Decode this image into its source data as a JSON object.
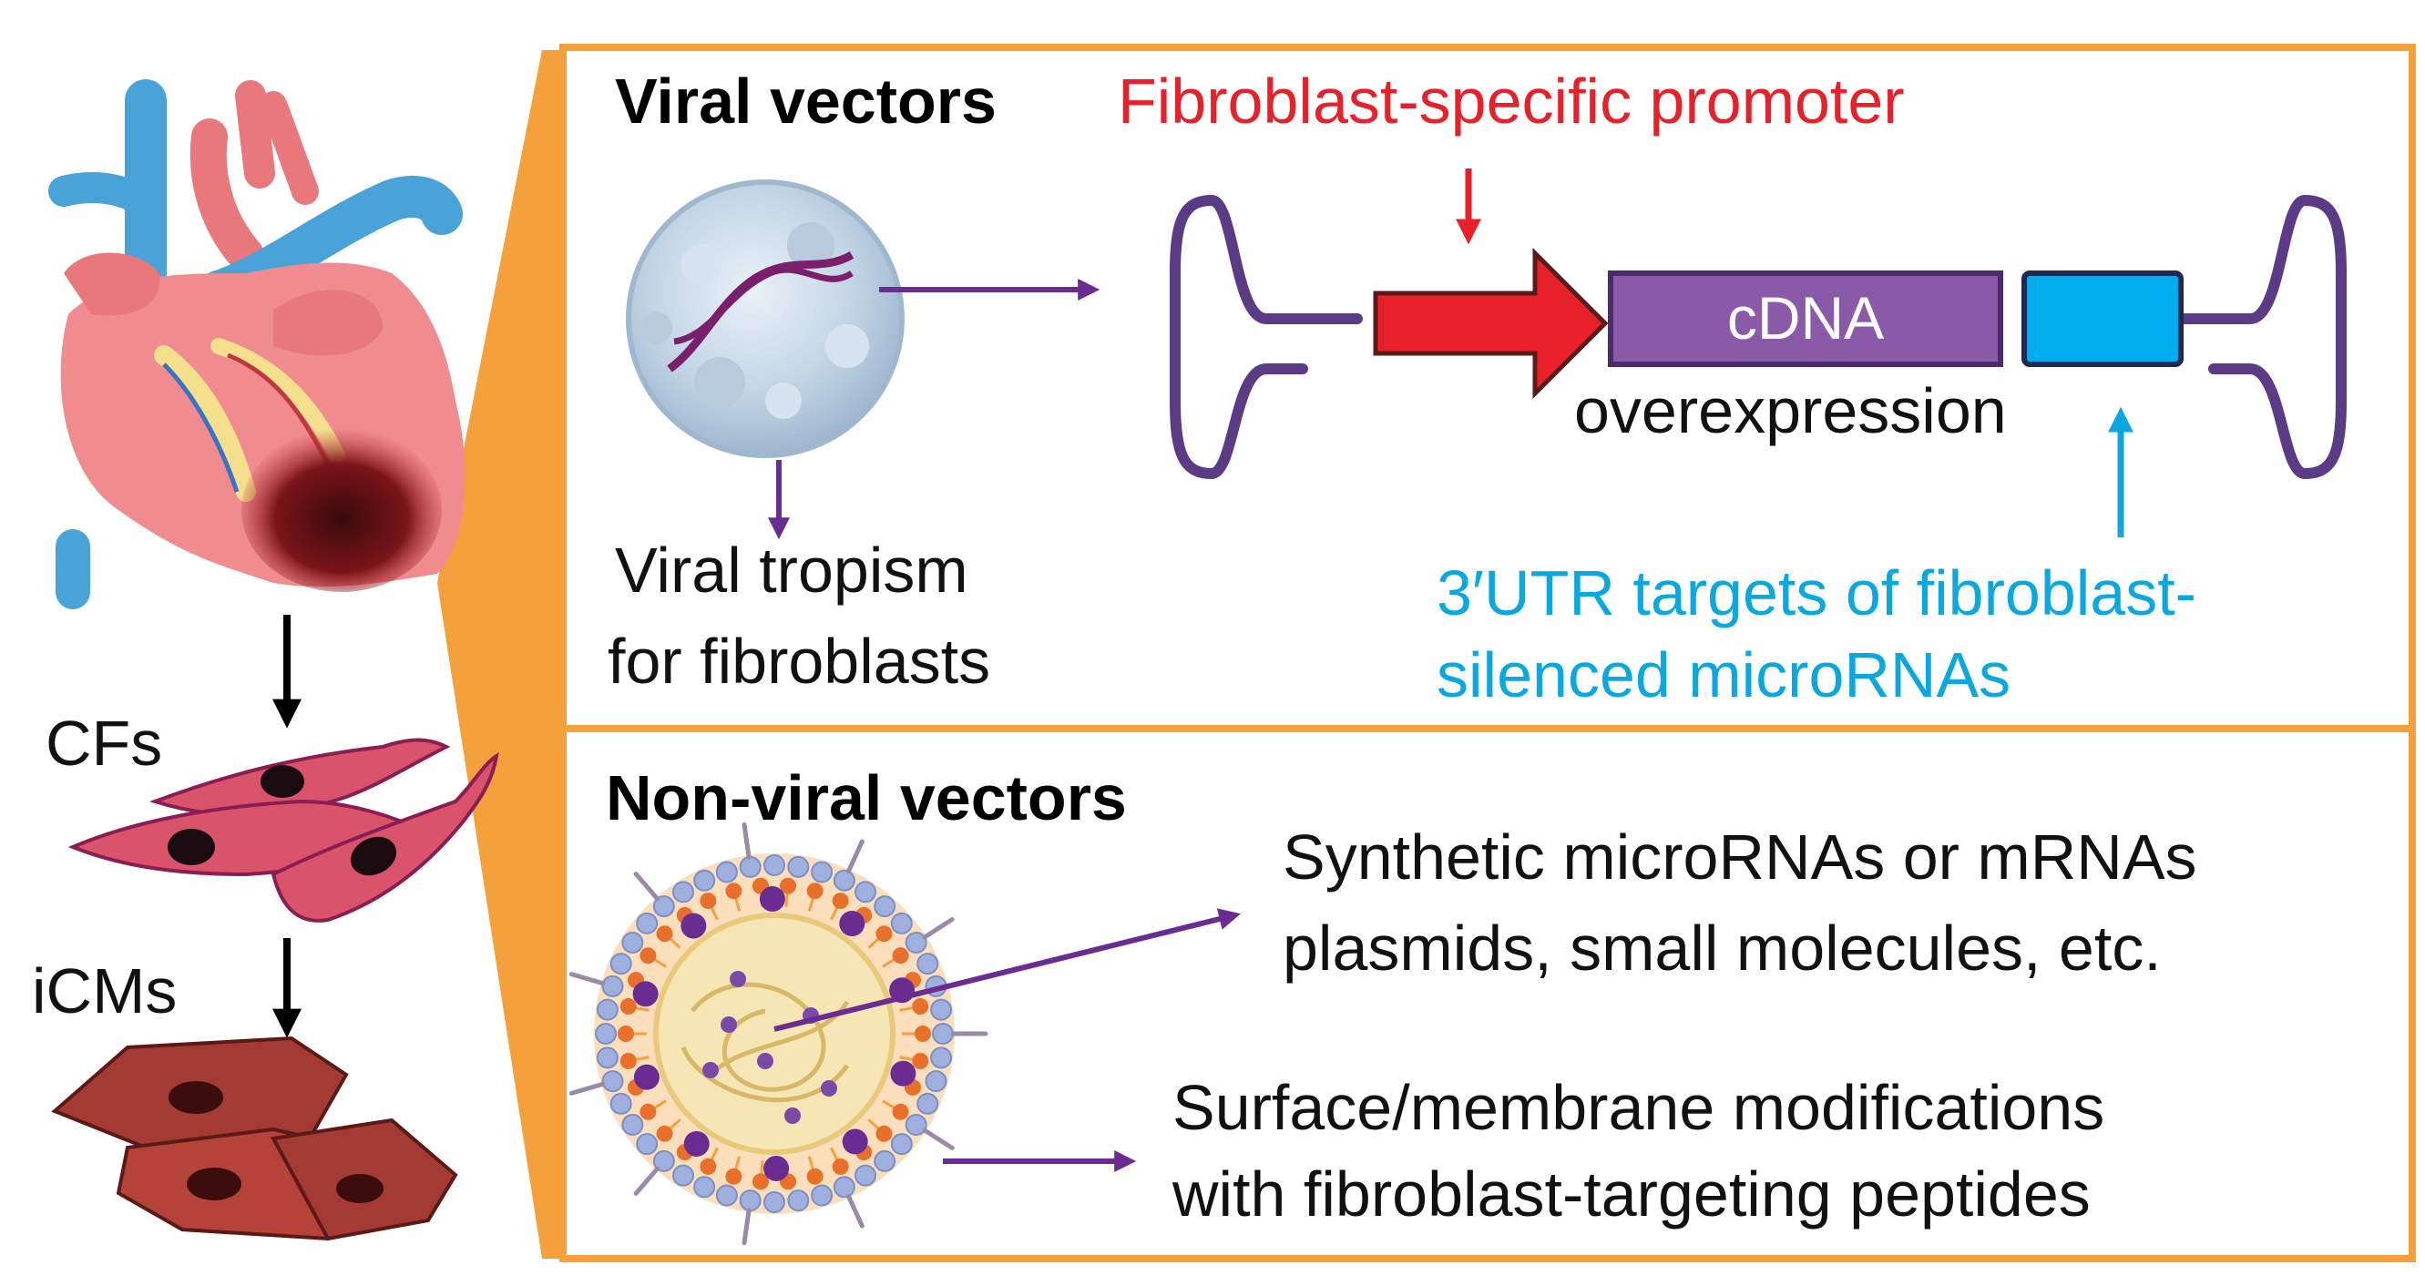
{
  "left_panel": {
    "cf_label": "CFs",
    "icm_label": "iCMs"
  },
  "viral": {
    "heading": "Viral vectors",
    "promoter_label": "Fibroblast-specific promoter",
    "cdna_label": "cDNA",
    "overexpression_label": "overexpression",
    "tropism_line1": "Viral tropism",
    "tropism_line2": "for fibroblasts",
    "utr_line1": "3′UTR targets of fibroblast-",
    "utr_line2": "silenced microRNAs"
  },
  "nonviral": {
    "heading": "Non-viral vectors",
    "cargo_line1": "Synthetic microRNAs or mRNAs",
    "cargo_line2": "plasmids, small molecules, etc.",
    "surface_line1": "Surface/membrane modifications",
    "surface_line2": "with fibroblast-targeting peptides"
  },
  "colors": {
    "frame_orange": "#f4a03b",
    "arrow_purple": "#6a2c91",
    "vector_purple": "#5b3a86",
    "promoter_red": "#e8202a",
    "utr_blue": "#0aa8e0",
    "cdna_fill": "#8a5aa8"
  }
}
